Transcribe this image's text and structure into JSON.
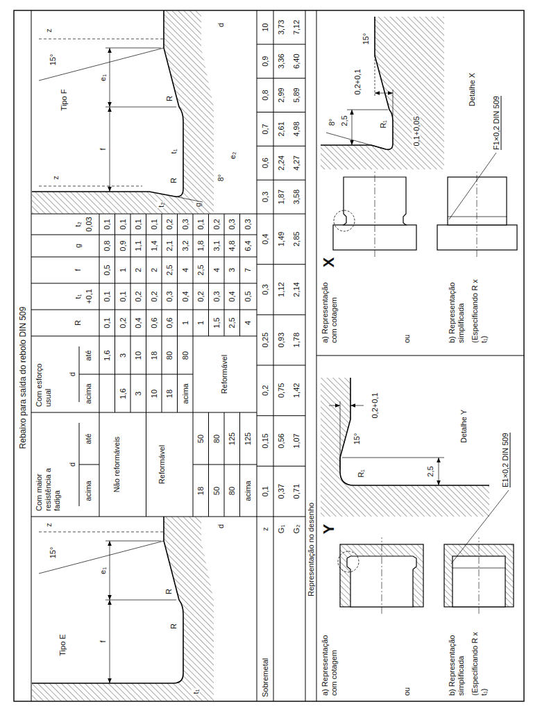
{
  "diagram": {
    "title": "Rebaixo para saída do rebolo DIN 509",
    "labels": [
      "Tipo E",
      "z",
      "15°",
      "f",
      "e₁",
      "R",
      "R",
      "t₁",
      "d",
      "Com maior resistência a fadiga",
      "Com esforço usual",
      "d",
      "d",
      "acima",
      "até",
      "acima",
      "até",
      "R",
      "t₁",
      "+0,1",
      "f",
      "g",
      "t₂",
      "0,03",
      "Não reformáveis",
      "1,6",
      "0,1",
      "0,1",
      "0,5",
      "0,8",
      "0,1",
      "1,6",
      "3",
      "0,2",
      "0,1",
      "1",
      "0,9",
      "0,1",
      "3",
      "10",
      "0,4",
      "0,2",
      "2",
      "1,1",
      "0,1",
      "Reformável",
      "10",
      "18",
      "0,6",
      "0,2",
      "2",
      "1,4",
      "0,1",
      "18",
      "80",
      "0,6",
      "0,3",
      "2,5",
      "2,1",
      "0,2",
      "acima",
      "80",
      "1",
      "0,4",
      "4",
      "3,2",
      "0,3",
      "18",
      "50",
      "Reformável",
      "1",
      "0,2",
      "2,5",
      "1,8",
      "0,1",
      "50",
      "80",
      "1,5",
      "0,3",
      "4",
      "3,1",
      "0,2",
      "80",
      "125",
      "2,5",
      "0,4",
      "3",
      "4,8",
      "0,3",
      "acima",
      "125",
      "4",
      "0,5",
      "7",
      "6,4",
      "0,3",
      "Tipo F",
      "z",
      "15°",
      "f",
      "e₁",
      "z",
      "R",
      "t₁",
      "R",
      "t₂",
      "g",
      "8°",
      "e₂",
      "d",
      "Sobremetal",
      "z",
      "0,1",
      "0,15",
      "0,2",
      "0,25",
      "0,3",
      "0,4",
      "0,3",
      "0,6",
      "0,7",
      "0,8",
      "0,9",
      "10",
      "G₁",
      "0,37",
      "0,56",
      "0,75",
      "0,93",
      "1,12",
      "1,49",
      "1,87",
      "2,24",
      "2,61",
      "2,99",
      "3,36",
      "3,73",
      "G₂",
      "0,71",
      "1,07",
      "1,42",
      "1,78",
      "2,14",
      "2,85",
      "3,58",
      "4,27",
      "4,98",
      "5,89",
      "6,40",
      "7,12",
      "Representação no desenho",
      "a) Representação com cotagem",
      "Y",
      "ou",
      "b) Representação simplificada",
      "(Especificando R x t₁)",
      "15°",
      "R₁",
      "0,2+0,1",
      "2,5",
      "Detalhe Y",
      "E1×0,2 DIN 509",
      "a) Representação com cotagem",
      "X",
      "ou",
      "b) Representação simplificada",
      "(Especificando R x t₁)",
      "8°",
      "2,5",
      "0,2+0,1",
      "R₁",
      "15°",
      "0,1+0,05",
      "Detalhe X",
      "F1×0,2 DIN 509"
    ]
  }
}
